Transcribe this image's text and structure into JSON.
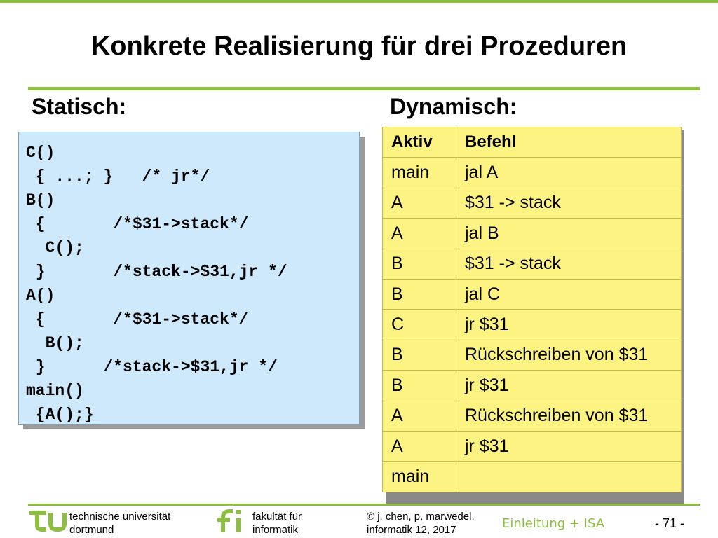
{
  "slide": {
    "title": "Konkrete Realisierung für drei Prozeduren",
    "static_label": "Statisch:",
    "dynamic_label": "Dynamisch:"
  },
  "code_lines": [
    "C()",
    " { ...; }   /* jr*/",
    "B()",
    " {       /*$31->stack*/",
    "  C();",
    " }       /*stack->$31,jr */",
    "A()",
    " {       /*$31->stack*/",
    "  B();",
    " }      /*stack->$31,jr */",
    "main()",
    " {A();}"
  ],
  "table": {
    "headers": [
      "Aktiv",
      "Befehl"
    ],
    "rows": [
      [
        "main",
        "jal A"
      ],
      [
        "A",
        "$31 -> stack"
      ],
      [
        "A",
        "jal B"
      ],
      [
        "B",
        "$31 -> stack"
      ],
      [
        "B",
        "jal C"
      ],
      [
        "C",
        "jr $31"
      ],
      [
        "B",
        "Rückschreiben von $31"
      ],
      [
        "B",
        "jr $31"
      ],
      [
        "A",
        "Rückschreiben von $31"
      ],
      [
        "A",
        "jr $31"
      ],
      [
        "main",
        ""
      ]
    ]
  },
  "footer": {
    "university_line1": "technische universität",
    "university_line2": "dortmund",
    "faculty_line1": "fakultät für",
    "faculty_line2": "informatik",
    "copyright_line1": "© j. chen, p. marwedel,",
    "copyright_line2": "informatik 12,  2017",
    "topic": "Einleitung + ISA",
    "page": "-  71 -"
  },
  "colors": {
    "accent_green": "#8cbf3f",
    "code_background": "#cde9fb",
    "table_background": "#fdf383"
  },
  "icons": [
    "tu-logo-icon",
    "fi-logo-icon"
  ]
}
